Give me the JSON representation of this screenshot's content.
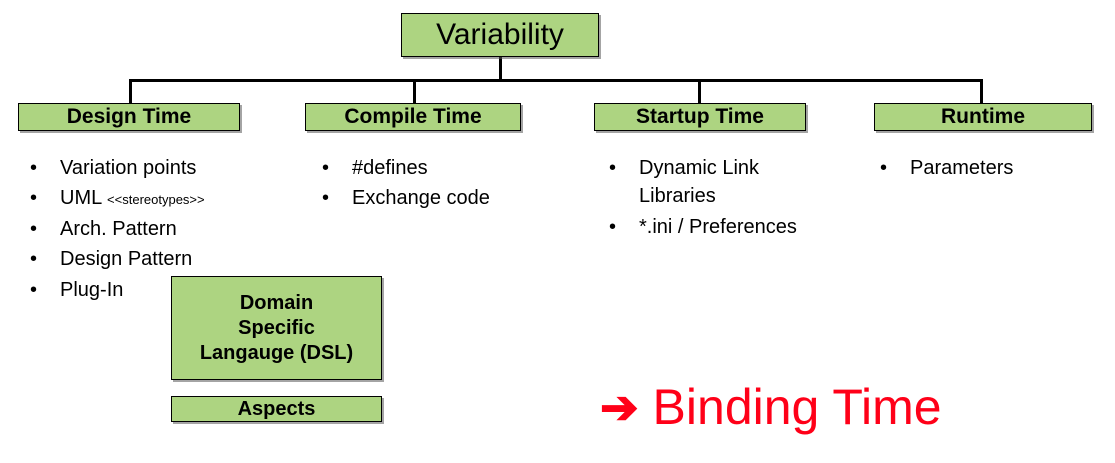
{
  "diagram": {
    "root": {
      "label": "Variability"
    },
    "phases": [
      {
        "id": "design-time",
        "label": "Design Time"
      },
      {
        "id": "compile-time",
        "label": "Compile Time"
      },
      {
        "id": "startup-time",
        "label": "Startup Time"
      },
      {
        "id": "runtime",
        "label": "Runtime"
      }
    ],
    "bullet_marker": "•",
    "columns": [
      {
        "id": "design-time",
        "items": [
          {
            "text": "Variation points",
            "note": ""
          },
          {
            "text": "UML ",
            "note": "<<stereotypes>>"
          },
          {
            "text": "Arch. Pattern",
            "note": ""
          },
          {
            "text": "Design Pattern",
            "note": ""
          },
          {
            "text": "Plug-In",
            "note": ""
          }
        ]
      },
      {
        "id": "compile-time",
        "items": [
          {
            "text": "#defines",
            "note": ""
          },
          {
            "text": "Exchange code",
            "note": ""
          }
        ]
      },
      {
        "id": "startup-time",
        "items": [
          {
            "text": "Dynamic Link Libraries",
            "note": ""
          },
          {
            "text": "*.ini / Preferences",
            "note": ""
          }
        ]
      },
      {
        "id": "runtime",
        "items": [
          {
            "text": "Parameters",
            "note": ""
          }
        ]
      }
    ],
    "extra_boxes": [
      {
        "id": "dsl",
        "line1": "Domain",
        "line2": "Specific",
        "line3": "Langauge (DSL)"
      },
      {
        "id": "aspects",
        "line1": "Aspects",
        "line2": "",
        "line3": ""
      }
    ],
    "callout": {
      "arrow_icon": "➔",
      "label": "Binding Time"
    },
    "colors": {
      "box_fill": "#ADD481",
      "box_border": "#000000",
      "text": "#000000",
      "callout": "#FF0018",
      "background": "#FFFFFF"
    }
  }
}
